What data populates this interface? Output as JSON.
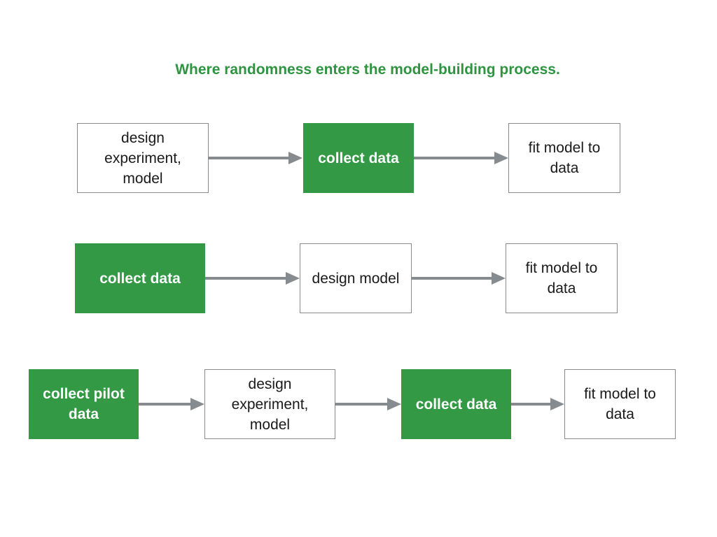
{
  "title": "Where randomness enters the model-building process.",
  "colors": {
    "accent_green": "#339944",
    "title_green": "#2e9441",
    "arrow_gray": "#858b8f",
    "box_border": "#8a8a8a"
  },
  "rows": [
    {
      "boxes": [
        {
          "label": "design\nexperiment,\nmodel",
          "filled": false
        },
        {
          "label": "collect data",
          "filled": true
        },
        {
          "label": "fit model to\ndata",
          "filled": false
        }
      ]
    },
    {
      "boxes": [
        {
          "label": "collect data",
          "filled": true
        },
        {
          "label": "design model",
          "filled": false
        },
        {
          "label": "fit model to\ndata",
          "filled": false
        }
      ]
    },
    {
      "boxes": [
        {
          "label": "collect pilot\ndata",
          "filled": true
        },
        {
          "label": "design\nexperiment,\nmodel",
          "filled": false
        },
        {
          "label": "collect data",
          "filled": true
        },
        {
          "label": "fit model to\ndata",
          "filled": false
        }
      ]
    }
  ]
}
